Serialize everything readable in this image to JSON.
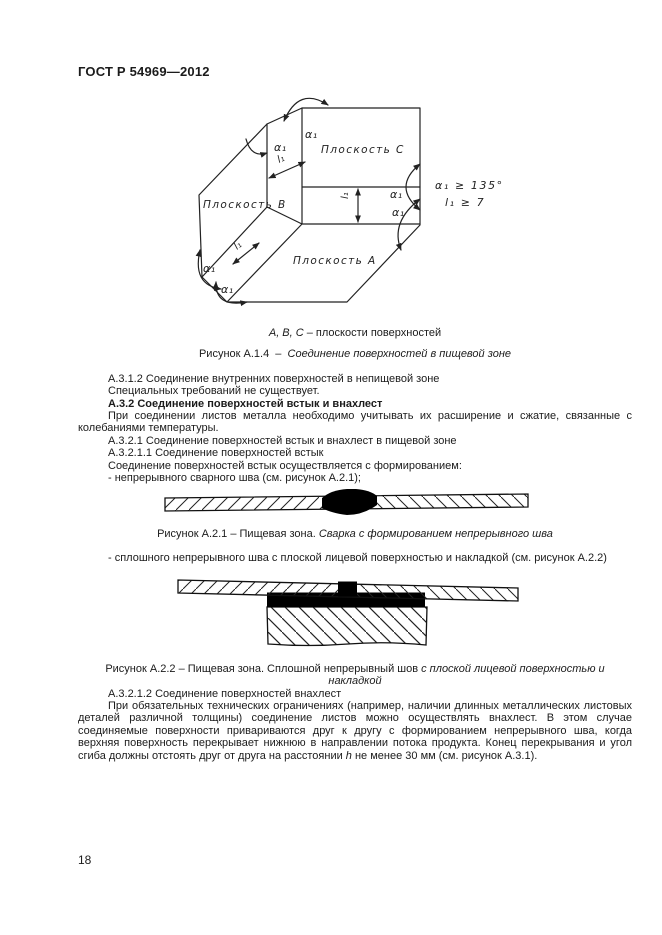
{
  "page": {
    "header": "ГОСТ Р 54969—2012",
    "page_number": "18"
  },
  "figure_a14": {
    "labels": {
      "plane_b": "Плоскость В",
      "plane_c": "Плоскость С",
      "plane_a": "Плоскость А",
      "alpha": "α₁",
      "l1": "l₁",
      "note_alpha": "α₁ ≥ 135°",
      "note_l1": "l₁ ≥ 7"
    },
    "subcaption": {
      "italic": "А, В, С",
      "rest": " – плоскости поверхностей"
    },
    "caption": {
      "prefix": "Рисунок А.1.4  –  ",
      "italic": "Соединение поверхностей в пищевой зоне"
    }
  },
  "paragraphs": {
    "a312": "А.3.1.2 Соединение внутренних поверхностей в непищевой зоне",
    "spec": "Специальных требований не существует.",
    "h_a32": "А.3.2 Соединение поверхностей встык и внахлест",
    "expansion": "При соединении листов металла необходимо учитывать их расширение и сжатие, связанные с колебаниями температуры.",
    "a321": "А.3.2.1 Соединение поверхностей встык и внахлест в пищевой зоне",
    "a3211": "А.3.2.1.1 Соединение поверхностей встык",
    "forming": "Соединение поверхностей встык осуществляется с формированием:",
    "li_weld": "- непрерывного сварного шва (см. рисунок А.2.1);",
    "li_flat": "- сплошного непрерывного шва с плоской лицевой поверхностью и накладкой (см. рисунок А.2.2)",
    "a3212": "А.3.2.1.2 Соединение поверхностей внахлест",
    "long": {
      "part1": "При обязательных технических ограничениях (например, наличии длинных металлических листовых деталей различной толщины) соединение листов можно осуществлять внахлест. В этом случае соединяемые поверхности привариваются друг к другу с формированием непрерывного шва, когда верхняя поверхность перекрывает нижнюю в направлении потока продукта. Конец перекрывания и угол сгиба должны отстоять друг от друга на расстоянии ",
      "h": "h",
      "part2": " не менее 30 мм (см. рисунок А.3.1)."
    }
  },
  "figure_a21": {
    "caption": {
      "prefix": "Рисунок А.2.1 – Пищевая зона. ",
      "italic": "Сварка с формированием непрерывного шва"
    }
  },
  "figure_a22": {
    "caption": {
      "prefix": "Рисунок А.2.2 – Пищевая зона. Сплошной непрерывный шов ",
      "italic": "с плоской лицевой поверхностью и накладкой"
    }
  }
}
